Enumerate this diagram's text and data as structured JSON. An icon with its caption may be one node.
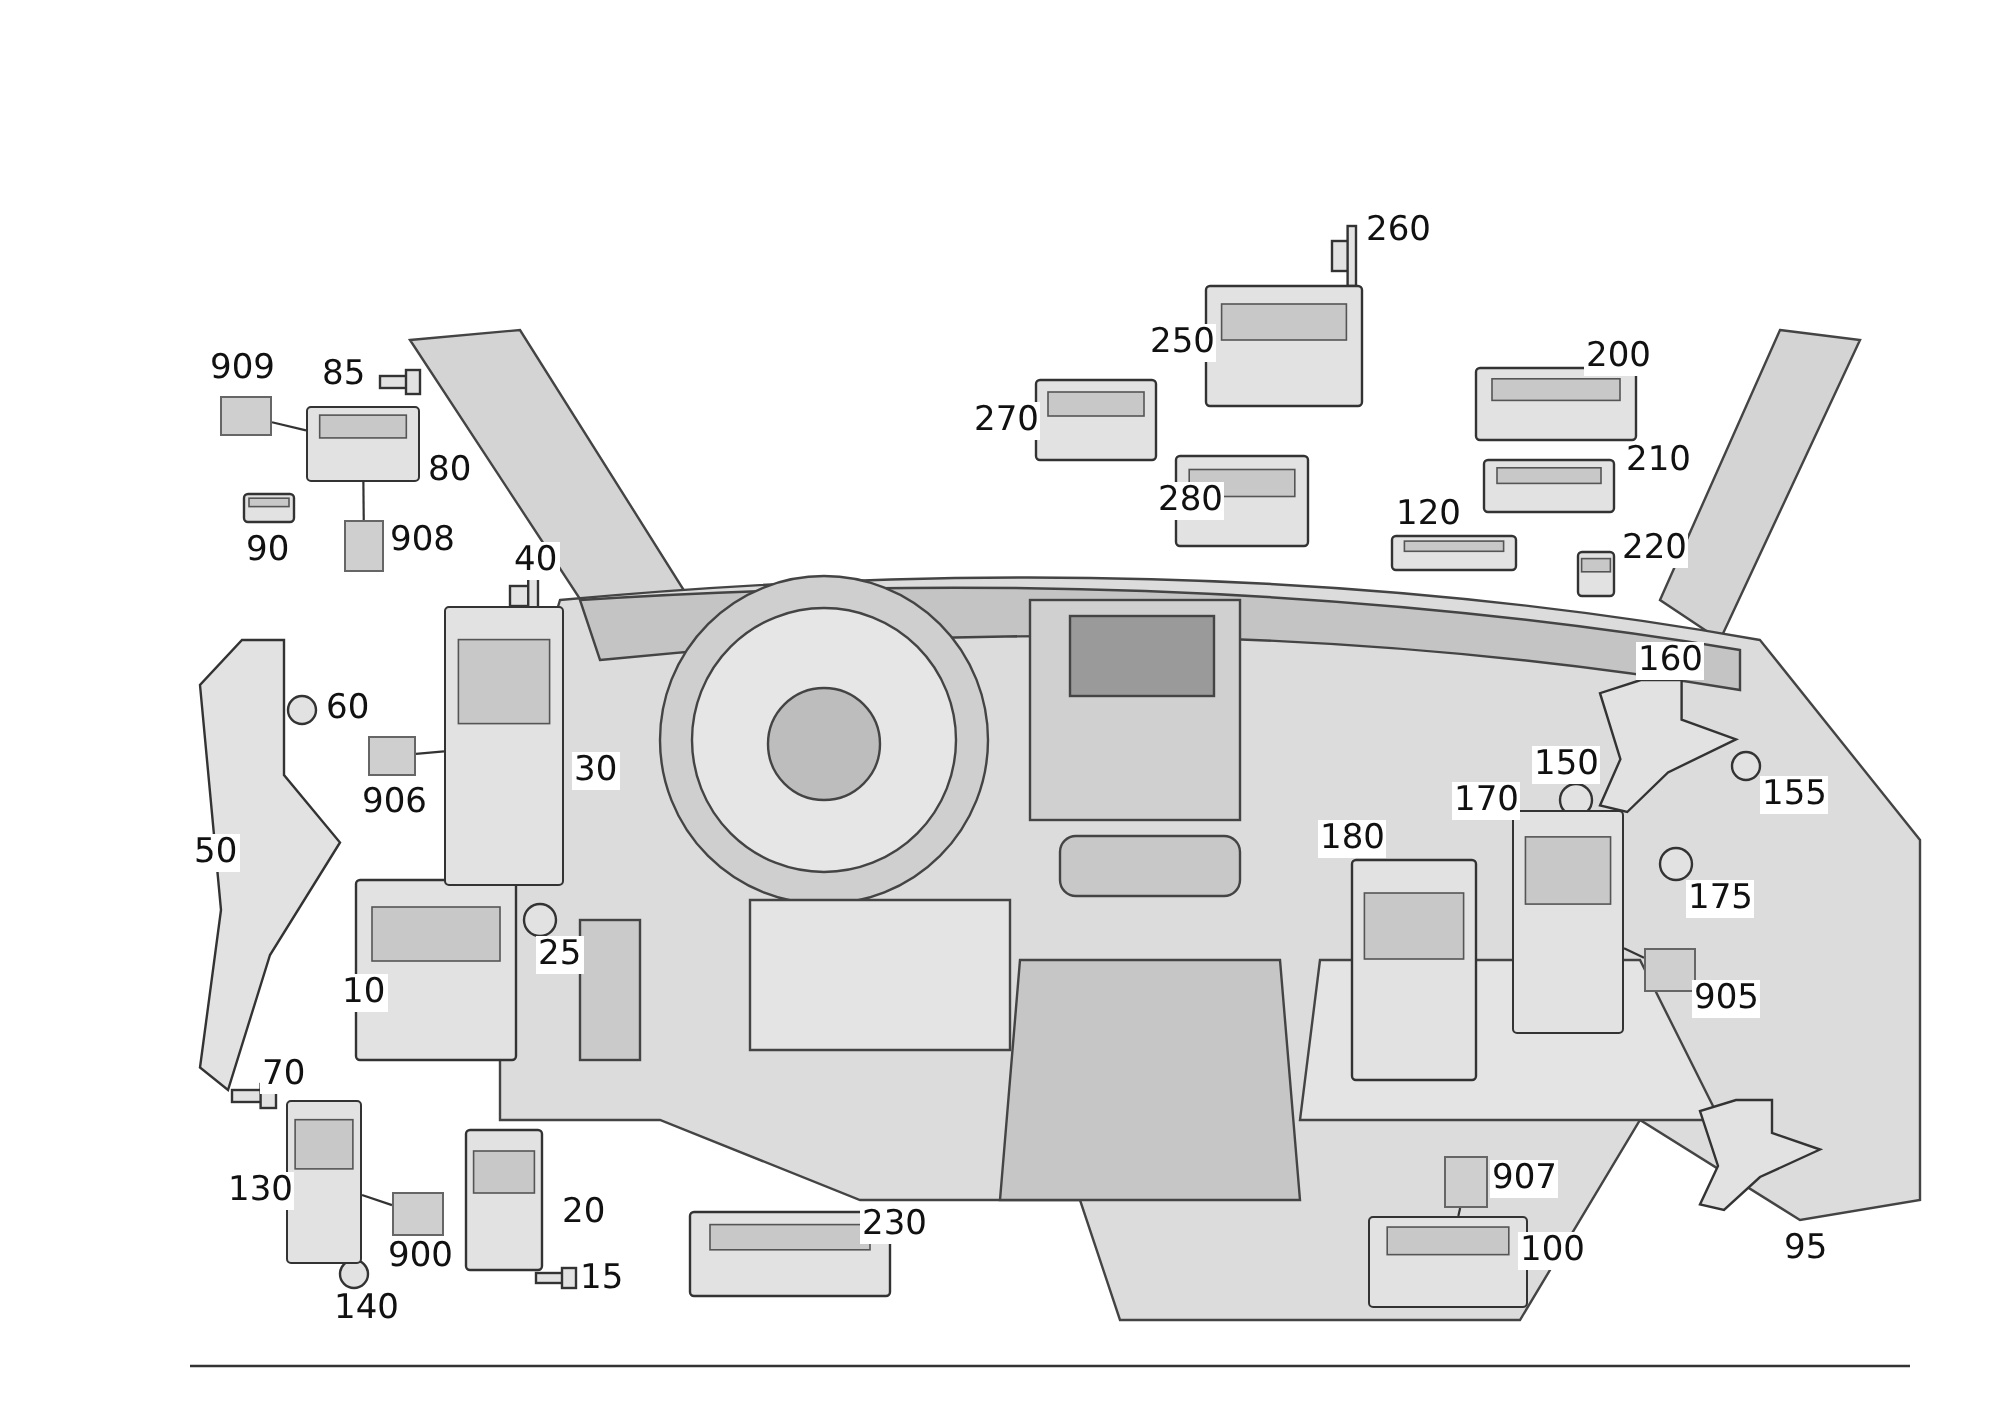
{
  "diagram": {
    "nodes": [
      {
        "text": [],
        "shape": "box",
        "beside": [
          "909"
        ]
      },
      {
        "text": [],
        "shape": "picture",
        "beside": [
          "80"
        ]
      },
      {
        "text": [],
        "shape": "box",
        "beside": [
          "908"
        ]
      },
      {
        "text": [],
        "shape": "box",
        "beside": [
          "906"
        ]
      },
      {
        "text": [],
        "shape": "picture",
        "beside": [
          "30"
        ]
      },
      {
        "text": [],
        "shape": "box",
        "beside": [
          "900"
        ]
      },
      {
        "text": [],
        "shape": "picture",
        "beside": [
          "130"
        ]
      },
      {
        "text": [],
        "shape": "box",
        "beside": [
          "905"
        ]
      },
      {
        "text": [],
        "shape": "picture",
        "beside": [
          "170"
        ]
      },
      {
        "text": [],
        "shape": "box",
        "beside": [
          "907"
        ]
      },
      {
        "text": [],
        "shape": "picture",
        "beside": [
          "100"
        ]
      }
    ],
    "edges": [
      {
        "from": 0,
        "to": 1,
        "arrow": "none"
      },
      {
        "from": 2,
        "to": 1,
        "arrow": "none"
      },
      {
        "from": 3,
        "to": 4,
        "arrow": "none"
      },
      {
        "from": 5,
        "to": 6,
        "arrow": "none"
      },
      {
        "from": 7,
        "to": 8,
        "arrow": "none"
      },
      {
        "from": 9,
        "to": 10,
        "arrow": "none"
      }
    ],
    "labels": [
      "260",
      "250",
      "85",
      "200",
      "270",
      "210",
      "280",
      "120",
      "220",
      "40",
      "90",
      "160",
      "60",
      "150",
      "155",
      "175",
      "180",
      "50",
      "25",
      "10",
      "70",
      "20",
      "15",
      "140",
      "230",
      "95"
    ]
  }
}
